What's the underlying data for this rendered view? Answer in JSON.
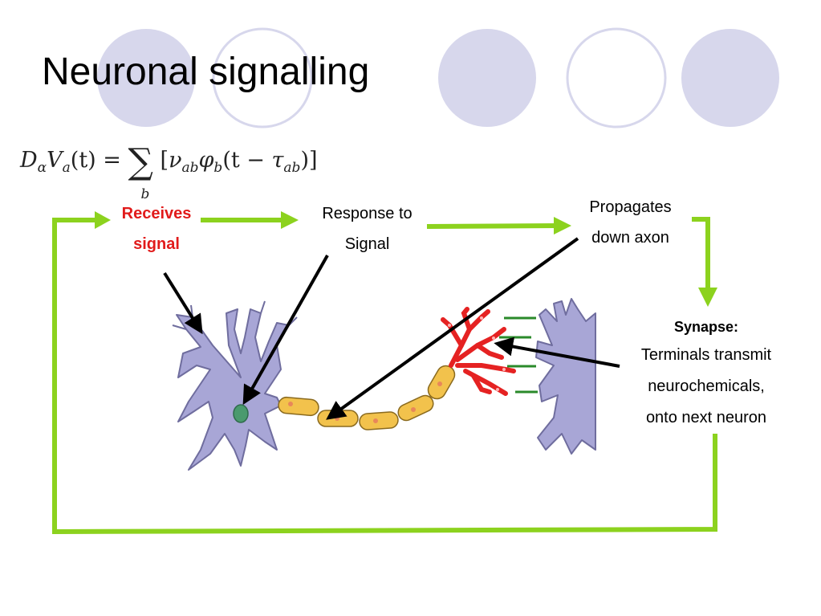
{
  "title": "Neuronal signalling",
  "formula": {
    "lhs_D": "D",
    "lhs_alpha": "α",
    "lhs_V": "V",
    "lhs_a": "a",
    "lhs_t": "(t) =",
    "sum_symbol": "∑",
    "sum_index": "b",
    "rhs_open": "[",
    "rhs_nu": "ν",
    "rhs_ab1": "ab",
    "rhs_phi": "φ",
    "rhs_b": "b",
    "rhs_paren": "(t − ",
    "rhs_tau": "τ",
    "rhs_ab2": "ab",
    "rhs_close": ")]"
  },
  "labels": {
    "receives_line1": "Receives",
    "receives_line2": "signal",
    "response_line1": "Response to",
    "response_line2": "Signal",
    "propagates_line1": "Propagates",
    "propagates_line2": "down axon",
    "synapse_title": "Synapse:",
    "synapse_line1": "Terminals transmit",
    "synapse_line2": "neurochemicals,",
    "synapse_line3": "onto next neuron"
  },
  "colors": {
    "circle_fill": "#d7d7ec",
    "circle_stroke": "#d7d7ec",
    "flow_green": "#8cd21e",
    "neuron_purple": "#a8a6d6",
    "axon_yellow": "#f2c24c",
    "terminal_red": "#e52222",
    "nucleus_green": "#4a9a6e",
    "signal_green": "#2a8a2a",
    "accent_red": "#e11b1b"
  }
}
